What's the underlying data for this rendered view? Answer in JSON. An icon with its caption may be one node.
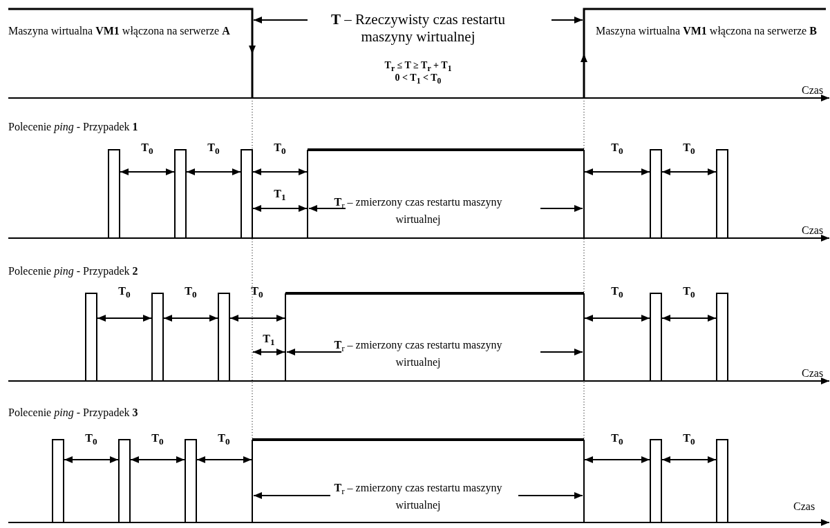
{
  "diagram": {
    "labels": [
      "Maszyna wirtualna **VM1** włączona na serwerze **A**",
      "**T** – Rzeczywisty czas restartu maszyny wirtualnej",
      "T$_{r}$ ≤ T ≥ T$_{r}$ + T$_{1}$",
      "0 < T$_{1}$ < T$_{0}$",
      "Maszyna wirtualna **VM1** włączona na serwerze **B**",
      "Czas",
      "Polecenie *ping* - Przypadek **1**",
      "T$_{0}$",
      "T$_{0}$",
      "T$_{0}$",
      "T$_{0}$",
      "T$_{0}$",
      "T$_{1}$",
      "**T**$_{r}$ – zmierzony czas restartu maszyny wirtualnej",
      "Czas",
      "Polecenie *ping* - Przypadek **2**",
      "T$_{0}$",
      "T$_{0}$",
      "T$_{0}$",
      "T$_{0}$",
      "T$_{0}$",
      "T$_{1}$",
      "**T**$_{r}$ – zmierzony czas restartu maszyny wirtualnej",
      "Czas",
      "Polecenie *ping* - Przypadek **3**",
      "T$_{0}$",
      "T$_{0}$",
      "T$_{0}$",
      "T$_{0}$",
      "T$_{0}$",
      "**T**$_{r}$ – zmierzony czas restartu maszyny wirtualnej",
      "Czas"
    ]
  }
}
